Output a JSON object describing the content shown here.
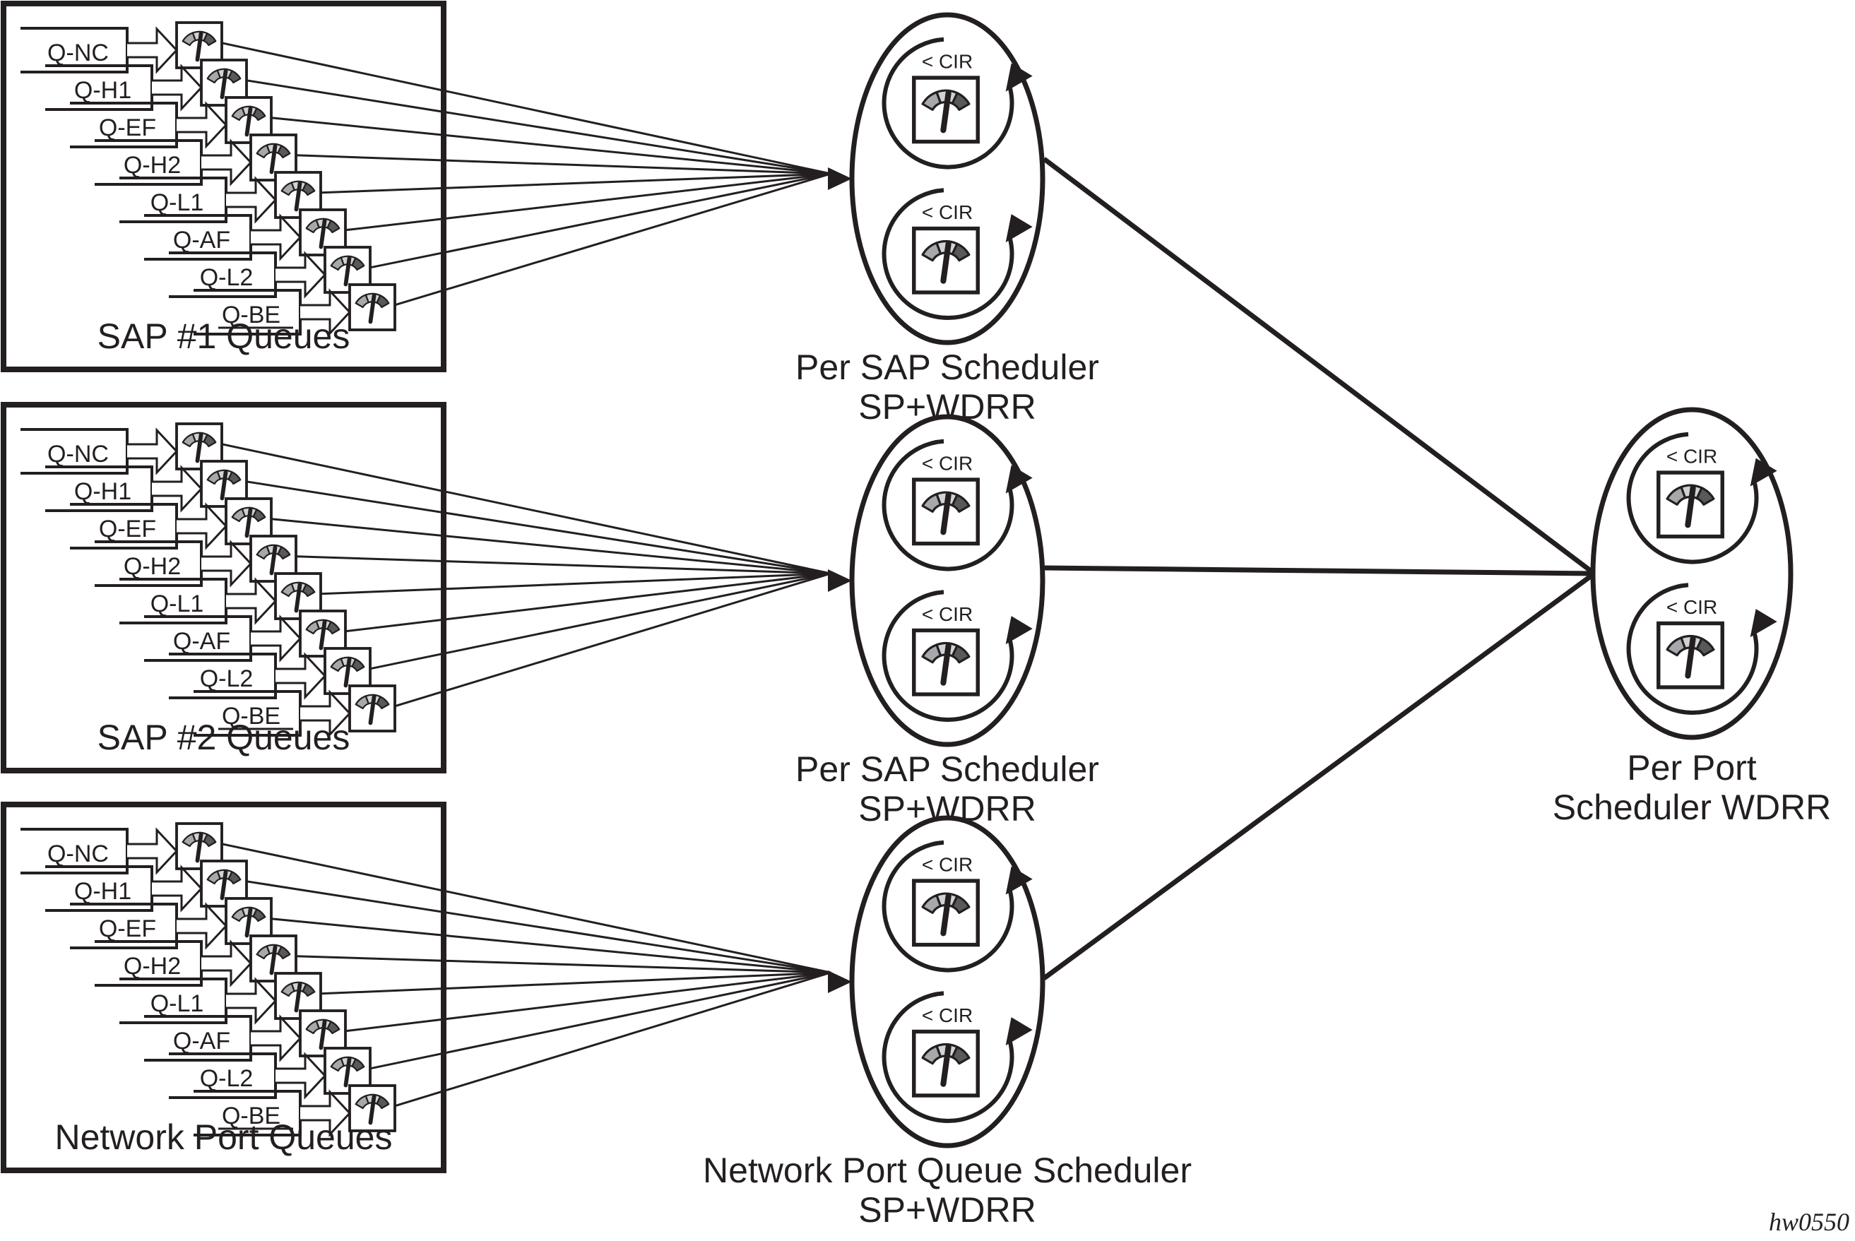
{
  "queue_groups": [
    {
      "label": "SAP #1 Queues",
      "queues": [
        "Q-NC",
        "Q-H1",
        "Q-EF",
        "Q-H2",
        "Q-L1",
        "Q-AF",
        "Q-L2",
        "Q-BE"
      ]
    },
    {
      "label": "SAP #2 Queues",
      "queues": [
        "Q-NC",
        "Q-H1",
        "Q-EF",
        "Q-H2",
        "Q-L1",
        "Q-AF",
        "Q-L2",
        "Q-BE"
      ]
    },
    {
      "label": "Network Port Queues",
      "queues": [
        "Q-NC",
        "Q-H1",
        "Q-EF",
        "Q-H2",
        "Q-L1",
        "Q-AF",
        "Q-L2",
        "Q-BE"
      ]
    }
  ],
  "schedulers": [
    {
      "line1": "Per SAP Scheduler",
      "line2": "SP+WDRR",
      "loops": [
        "< CIR",
        "< CIR"
      ]
    },
    {
      "line1": "Per SAP Scheduler",
      "line2": "SP+WDRR",
      "loops": [
        "< CIR",
        "< CIR"
      ]
    },
    {
      "line1": "Network Port Queue Scheduler",
      "line2": "SP+WDRR",
      "loops": [
        "< CIR",
        "< CIR"
      ]
    }
  ],
  "port_scheduler": {
    "line1": "Per Port",
    "line2": "Scheduler WDRR",
    "loops": [
      "< CIR",
      "< CIR"
    ]
  },
  "figure_tag": "hw0550",
  "icons": {
    "meter": "gauge-meter-icon",
    "loop": "circular-arrow-icon"
  },
  "colors": {
    "ink": "#231f20",
    "gauge_light": "#d0d2d3",
    "gauge_mid": "#a6a8ab",
    "gauge_dark": "#58595b"
  }
}
